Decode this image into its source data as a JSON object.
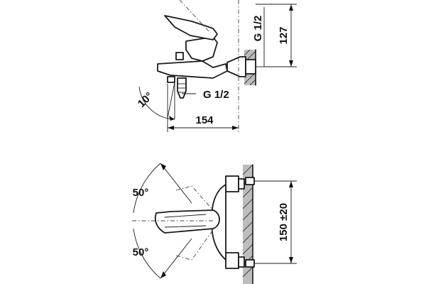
{
  "labels": {
    "thread_top_vertical": "G 1/2",
    "height_127": "127",
    "angle_10": "10°",
    "thread_side": "G 1/2",
    "length_154": "154",
    "angle_50_upper": "50°",
    "angle_50_lower": "50°",
    "center_distance": "150 ±20"
  }
}
